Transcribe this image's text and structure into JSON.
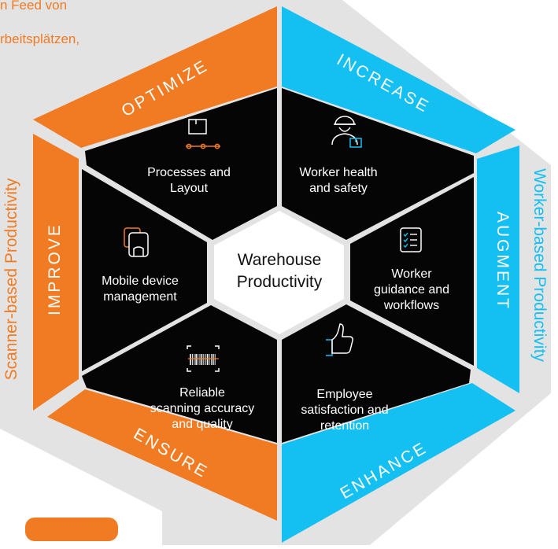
{
  "top_text": {
    "line1": "n Feed von",
    "line2": "rbeitsplätzen,"
  },
  "left_label": "Scanner-based Productivity",
  "right_label": "Worker-based Productivity",
  "center": {
    "line1": "Warehouse",
    "line2": "Productivity"
  },
  "sections": [
    {
      "banner": "OPTIMIZE",
      "lines": [
        "Processes and",
        "Layout"
      ],
      "icon": "package-conveyor-icon",
      "color": "orange"
    },
    {
      "banner": "INCREASE",
      "lines": [
        "Worker health",
        "and safety"
      ],
      "icon": "worker-helmet-icon",
      "color": "blue"
    },
    {
      "banner": "AUGMENT",
      "lines": [
        "Worker",
        "guidance and",
        "workflows"
      ],
      "icon": "checklist-icon",
      "color": "blue"
    },
    {
      "banner": "ENHANCE",
      "lines": [
        "Employee",
        "satisfaction and",
        "retention"
      ],
      "icon": "thumbs-up-icon",
      "color": "blue"
    },
    {
      "banner": "ENSURE",
      "lines": [
        "Reliable",
        "scanning accuracy",
        "and quality"
      ],
      "icon": "barcode-scan-icon",
      "color": "orange"
    },
    {
      "banner": "IMPROVE",
      "lines": [
        "Mobile device",
        "management"
      ],
      "icon": "mobile-device-icon",
      "color": "orange"
    }
  ],
  "colors": {
    "orange": "#f07b22",
    "blue": "#14c0f1",
    "black": "#050505",
    "gray_bg": "#e3e3e4",
    "white": "#ffffff"
  }
}
